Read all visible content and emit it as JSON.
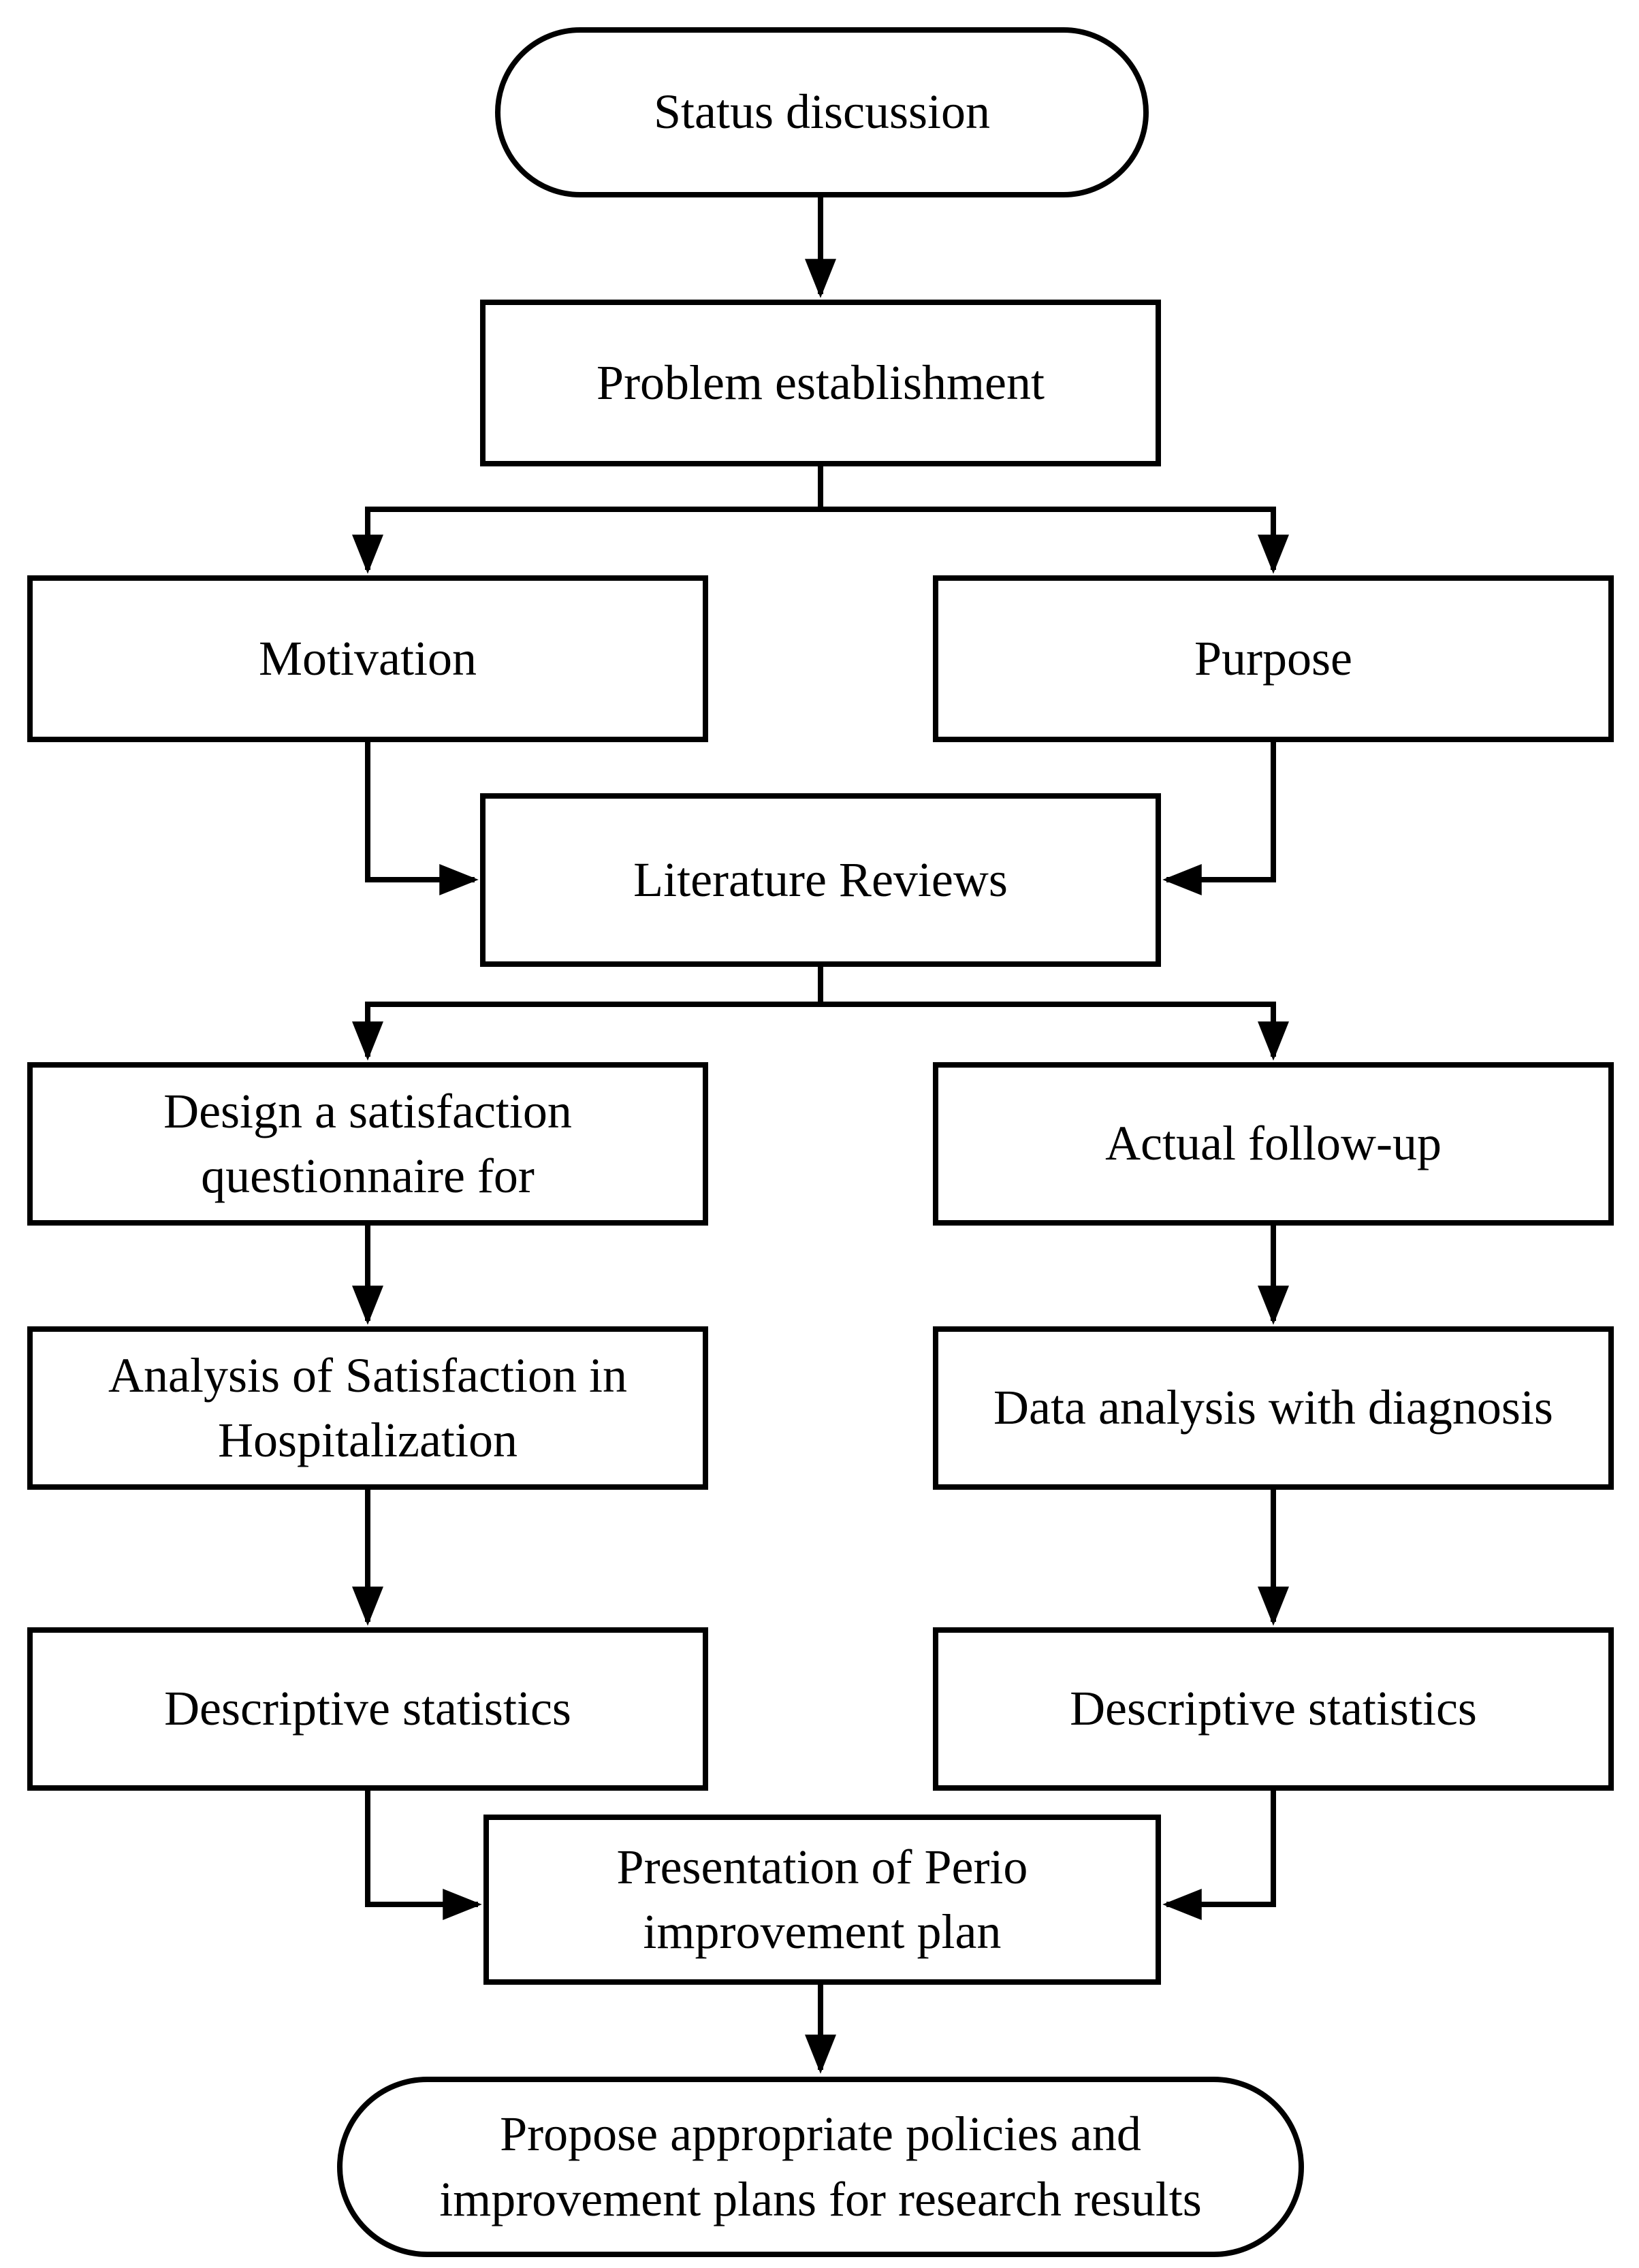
{
  "diagram": {
    "type": "flowchart",
    "background_color": "#ffffff",
    "line_color": "#000000",
    "text_color": "#000000"
  },
  "nodes": {
    "status_discussion": {
      "label": "Status discussion",
      "shape": "stadium"
    },
    "problem_establishment": {
      "label": "Problem establishment",
      "shape": "process"
    },
    "motivation": {
      "label": "Motivation",
      "shape": "process"
    },
    "purpose": {
      "label": "Purpose",
      "shape": "process"
    },
    "literature_reviews": {
      "label": "Literature Reviews",
      "shape": "process"
    },
    "design_questionnaire": {
      "label": "Design a satisfaction\nquestionnaire for",
      "shape": "process"
    },
    "actual_follow_up": {
      "label": "Actual follow-up",
      "shape": "process"
    },
    "analysis_satisfaction": {
      "label": "Analysis of Satisfaction in\nHospitalization",
      "shape": "process"
    },
    "data_analysis_diagnosis": {
      "label": "Data analysis with diagnosis",
      "shape": "process"
    },
    "descriptive_statistics_left": {
      "label": "Descriptive statistics",
      "shape": "process"
    },
    "descriptive_statistics_right": {
      "label": "Descriptive statistics",
      "shape": "process"
    },
    "presentation_perio_plan": {
      "label": "Presentation of Perio\nimprovement plan",
      "shape": "process"
    },
    "propose_policies": {
      "label": "Propose appropriate policies and\nimprovement plans for research results",
      "shape": "stadium"
    }
  },
  "edges": [
    {
      "from": "Status discussion",
      "to": "Problem establishment"
    },
    {
      "from": "Problem establishment",
      "to": "Motivation"
    },
    {
      "from": "Problem establishment",
      "to": "Purpose"
    },
    {
      "from": "Motivation",
      "to": "Literature Reviews"
    },
    {
      "from": "Purpose",
      "to": "Literature Reviews"
    },
    {
      "from": "Literature Reviews",
      "to": "Design a satisfaction questionnaire for"
    },
    {
      "from": "Literature Reviews",
      "to": "Actual follow-up"
    },
    {
      "from": "Design a satisfaction questionnaire for",
      "to": "Analysis of Satisfaction in Hospitalization"
    },
    {
      "from": "Analysis of Satisfaction in Hospitalization",
      "to": "Descriptive statistics (left)"
    },
    {
      "from": "Actual follow-up",
      "to": "Data analysis with diagnosis"
    },
    {
      "from": "Data analysis with diagnosis",
      "to": "Descriptive statistics (right)"
    },
    {
      "from": "Descriptive statistics (left)",
      "to": "Presentation of Perio improvement plan"
    },
    {
      "from": "Descriptive statistics (right)",
      "to": "Presentation of Perio improvement plan"
    },
    {
      "from": "Presentation of Perio improvement plan",
      "to": "Propose appropriate policies and improvement plans for research results"
    }
  ]
}
